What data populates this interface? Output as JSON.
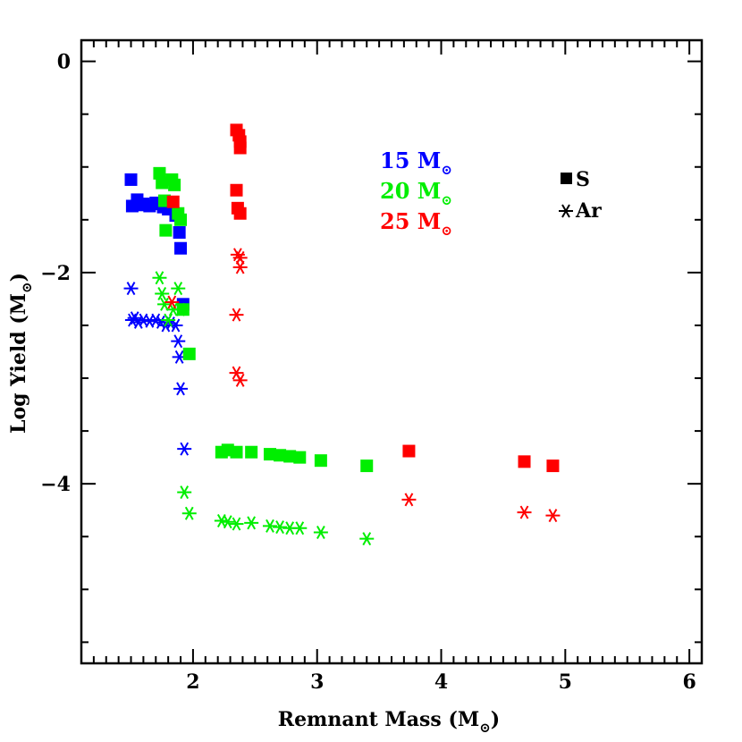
{
  "chart_data": {
    "type": "scatter",
    "xlabel": "Remnant Mass (M",
    "ylabel": "Log Yield (M",
    "label_suffix": ")",
    "sun_symbol": "⊙",
    "xlim": [
      1.1,
      6.1
    ],
    "ylim": [
      -5.7,
      0.2
    ],
    "x_ticks": [
      2,
      3,
      4,
      5,
      6
    ],
    "y_ticks": [
      0,
      -2,
      -4
    ],
    "x_tick_labels": [
      "2",
      "3",
      "4",
      "5",
      "6"
    ],
    "y_tick_labels": [
      "0",
      "−2",
      "−4"
    ],
    "legend_models": [
      {
        "label": "15 M",
        "color": "#0000ff"
      },
      {
        "label": "20 M",
        "color": "#00ee00"
      },
      {
        "label": "25 M",
        "color": "#ff0000"
      }
    ],
    "legend_elements": [
      {
        "label": "S",
        "marker": "square"
      },
      {
        "label": "Ar",
        "marker": "asterisk"
      }
    ],
    "series": [
      {
        "name": "15 M⊙ S",
        "color": "#0000ff",
        "marker": "square",
        "x": [
          1.5,
          1.51,
          1.55,
          1.57,
          1.6,
          1.65,
          1.7,
          1.73,
          1.76,
          1.78,
          1.8,
          1.86,
          1.89,
          1.9,
          1.92
        ],
        "y": [
          -1.12,
          -1.37,
          -1.31,
          -1.36,
          -1.35,
          -1.37,
          -1.34,
          -1.35,
          -1.38,
          -1.36,
          -1.4,
          -1.46,
          -1.62,
          -1.77,
          -2.3
        ]
      },
      {
        "name": "15 M⊙ Ar",
        "color": "#0000ff",
        "marker": "asterisk",
        "x": [
          1.5,
          1.51,
          1.53,
          1.56,
          1.6,
          1.65,
          1.7,
          1.74,
          1.78,
          1.82,
          1.86,
          1.88,
          1.89,
          1.9,
          1.93
        ],
        "y": [
          -2.15,
          -2.45,
          -2.43,
          -2.47,
          -2.45,
          -2.46,
          -2.45,
          -2.47,
          -2.5,
          -2.48,
          -2.5,
          -2.65,
          -2.8,
          -3.1,
          -3.67
        ]
      },
      {
        "name": "20 M⊙ S",
        "color": "#00ee00",
        "marker": "square",
        "x": [
          1.73,
          1.75,
          1.77,
          1.78,
          1.83,
          1.85,
          1.88,
          1.9,
          1.92,
          1.97,
          2.23,
          2.28,
          2.35,
          2.47,
          2.62,
          2.7,
          2.78,
          2.86,
          3.03,
          3.4
        ],
        "y": [
          -1.06,
          -1.15,
          -1.32,
          -1.6,
          -1.12,
          -1.17,
          -1.44,
          -1.5,
          -2.35,
          -2.77,
          -3.7,
          -3.68,
          -3.7,
          -3.7,
          -3.72,
          -3.73,
          -3.74,
          -3.75,
          -3.78,
          -3.83
        ]
      },
      {
        "name": "20 M⊙ Ar",
        "color": "#00ee00",
        "marker": "asterisk",
        "x": [
          1.73,
          1.75,
          1.77,
          1.8,
          1.84,
          1.88,
          1.9,
          1.93,
          1.97,
          2.23,
          2.28,
          2.35,
          2.47,
          2.62,
          2.7,
          2.78,
          2.86,
          3.03,
          3.4
        ],
        "y": [
          -2.05,
          -2.2,
          -2.3,
          -2.45,
          -2.35,
          -2.15,
          -2.35,
          -4.08,
          -4.28,
          -4.35,
          -4.36,
          -4.38,
          -4.37,
          -4.4,
          -4.41,
          -4.42,
          -4.42,
          -4.46,
          -4.52
        ]
      },
      {
        "name": "25 M⊙ S",
        "color": "#ff0000",
        "marker": "square",
        "x": [
          1.84,
          2.35,
          2.37,
          2.38,
          2.38,
          2.35,
          2.36,
          2.38,
          3.74,
          4.67,
          4.9
        ],
        "y": [
          -1.33,
          -0.65,
          -0.7,
          -0.76,
          -0.82,
          -1.22,
          -1.39,
          -1.44,
          -3.69,
          -3.79,
          -3.83
        ]
      },
      {
        "name": "25 M⊙ Ar",
        "color": "#ff0000",
        "marker": "asterisk",
        "x": [
          1.83,
          2.36,
          2.38,
          2.38,
          2.35,
          2.35,
          2.38,
          3.74,
          4.67,
          4.9
        ],
        "y": [
          -2.28,
          -1.83,
          -1.86,
          -1.95,
          -2.4,
          -2.95,
          -3.02,
          -4.15,
          -4.27,
          -4.3
        ]
      }
    ]
  }
}
